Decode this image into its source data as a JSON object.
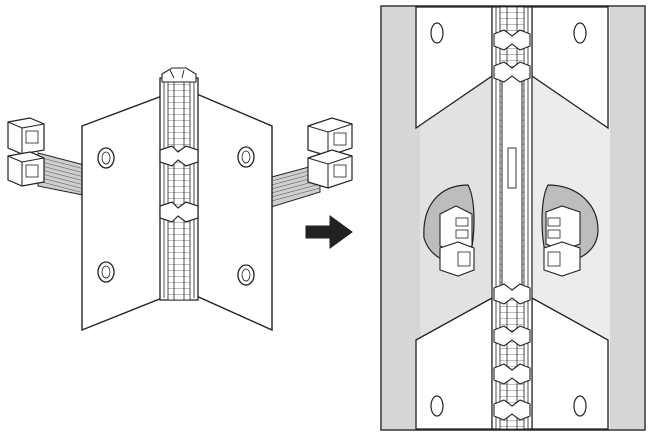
{
  "figure": {
    "panels": [
      {
        "id": "left",
        "content": "exploded-hinge-with-cable-connectors"
      },
      {
        "id": "right",
        "content": "installed-hinge-detail-view"
      }
    ],
    "arrow": "right-arrow-icon",
    "colors": {
      "line": "#222222",
      "panel_fill": "#ffffff",
      "wall_shade": "#d6d6d6",
      "light_shade": "#ececec",
      "cable": "#8a8a8a"
    }
  }
}
